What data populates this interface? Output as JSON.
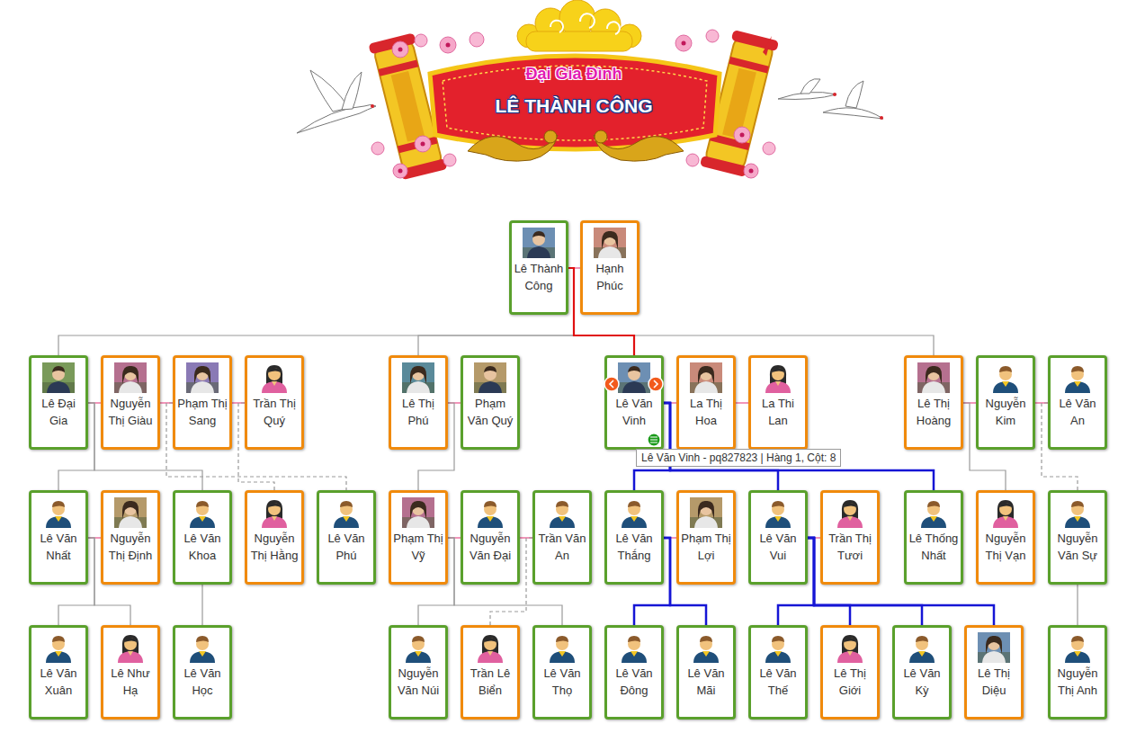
{
  "diagram": {
    "title": "Đại Gia Đình",
    "nodes": [
      {
        "text": [
          "Lê Thành Công"
        ]
      },
      {
        "text": [
          "Hạnh Phúc"
        ]
      },
      {
        "text": [
          "Lê Đại Gia"
        ]
      },
      {
        "text": [
          "Nguyễn Thị Giàu"
        ]
      },
      {
        "text": [
          "Phạm Thị Sang"
        ]
      },
      {
        "text": [
          "Trần Thị Quý"
        ]
      },
      {
        "text": [
          "Lê Thị Phú"
        ]
      },
      {
        "text": [
          "Phạm Văn Quý"
        ]
      },
      {
        "text": [
          "Lê Văn Vinh"
        ]
      },
      {
        "text": [
          "La Thị Hoa"
        ]
      },
      {
        "text": [
          "La Thi Lan"
        ]
      },
      {
        "text": [
          "Lê Thị Hoàng"
        ]
      },
      {
        "text": [
          "Nguyễn Kim"
        ]
      },
      {
        "text": [
          "Lê Văn An"
        ]
      },
      {
        "text": [
          "Lê Văn Nhất"
        ]
      },
      {
        "text": [
          "Nguyễn Thị Định"
        ]
      },
      {
        "text": [
          "Lê Văn Khoa"
        ]
      },
      {
        "text": [
          "Nguyễn Thị Hằng"
        ]
      },
      {
        "text": [
          "Lê Văn Phú"
        ]
      },
      {
        "text": [
          "Phạm Thị Vỹ"
        ]
      },
      {
        "text": [
          "Nguyễn Văn Đại"
        ]
      },
      {
        "text": [
          "Trần Văn An"
        ]
      },
      {
        "text": [
          "Lê Văn Thắng"
        ]
      },
      {
        "text": [
          "Phạm Thị Lợi"
        ]
      },
      {
        "text": [
          "Lê Văn Vui"
        ]
      },
      {
        "text": [
          "Trần Thị Tươi"
        ]
      },
      {
        "text": [
          "Lê Thống Nhất"
        ]
      },
      {
        "text": [
          "Nguyễn Thị Vạn"
        ]
      },
      {
        "text": [
          "Nguyễn Văn Sự"
        ]
      },
      {
        "text": [
          "Lê Văn Xuân"
        ]
      },
      {
        "text": [
          "Lê Như Hạ"
        ]
      },
      {
        "text": [
          "Lê Văn Học"
        ]
      },
      {
        "text": [
          "Nguyễn Văn Núi"
        ]
      },
      {
        "text": [
          "Trần Lê Biển"
        ]
      },
      {
        "text": [
          "Lê Văn Thọ"
        ]
      },
      {
        "text": [
          "Lê Văn Đông"
        ]
      },
      {
        "text": [
          "Lê Văn Mãi"
        ]
      },
      {
        "text": [
          "Lê Văn Thế"
        ]
      },
      {
        "text": [
          "Lê Thị Giới"
        ]
      },
      {
        "text": [
          "Lê Văn Kỳ"
        ]
      },
      {
        "text": [
          "Lê Thị Diệu"
        ]
      },
      {
        "text": [
          "Nguyễn Thị Anh"
        ]
      }
    ],
    "edges": [
      {
        "from": 0,
        "to": 1,
        "arrow": "none"
      },
      {
        "from": 2,
        "to": 3,
        "arrow": "none"
      },
      {
        "from": 3,
        "to": 4,
        "arrow": "none"
      },
      {
        "from": 4,
        "to": 5,
        "arrow": "none"
      },
      {
        "from": 6,
        "to": 7,
        "arrow": "none"
      },
      {
        "from": 8,
        "to": 9,
        "arrow": "none"
      },
      {
        "from": 9,
        "to": 10,
        "arrow": "none"
      },
      {
        "from": 11,
        "to": 12,
        "arrow": "none"
      },
      {
        "from": 12,
        "to": 13,
        "arrow": "none"
      },
      {
        "from": 14,
        "to": 15,
        "arrow": "none"
      },
      {
        "from": 19,
        "to": 20,
        "arrow": "none"
      },
      {
        "from": 20,
        "to": 21,
        "arrow": "none"
      },
      {
        "from": 22,
        "to": 23,
        "arrow": "none"
      },
      {
        "from": 24,
        "to": 25,
        "arrow": "none"
      },
      {
        "from": 0,
        "to": 2,
        "arrow": "none"
      },
      {
        "from": 0,
        "to": 6,
        "arrow": "none"
      },
      {
        "from": 0,
        "to": 8,
        "arrow": "none"
      },
      {
        "from": 0,
        "to": 11,
        "arrow": "none"
      },
      {
        "from": 2,
        "to": 14,
        "arrow": "none"
      },
      {
        "from": 2,
        "to": 16,
        "arrow": "none"
      },
      {
        "from": 4,
        "to": 18,
        "arrow": "none"
      },
      {
        "from": 5,
        "to": 17,
        "arrow": "none"
      },
      {
        "from": 6,
        "to": 19,
        "arrow": "none"
      },
      {
        "from": 8,
        "to": 22,
        "arrow": "none"
      },
      {
        "from": 8,
        "to": 24,
        "arrow": "none"
      },
      {
        "from": 8,
        "to": 26,
        "arrow": "none"
      },
      {
        "from": 11,
        "to": 27,
        "arrow": "none"
      },
      {
        "from": 13,
        "to": 28,
        "arrow": "none"
      },
      {
        "from": 14,
        "to": 29,
        "arrow": "none"
      },
      {
        "from": 14,
        "to": 30,
        "arrow": "none"
      },
      {
        "from": 16,
        "to": 31,
        "arrow": "none"
      },
      {
        "from": 19,
        "to": 32,
        "arrow": "none"
      },
      {
        "from": 19,
        "to": 34,
        "arrow": "none"
      },
      {
        "from": 21,
        "to": 33,
        "arrow": "none"
      },
      {
        "from": 22,
        "to": 35,
        "arrow": "none"
      },
      {
        "from": 22,
        "to": 36,
        "arrow": "none"
      },
      {
        "from": 24,
        "to": 37,
        "arrow": "none"
      },
      {
        "from": 24,
        "to": 38,
        "arrow": "none"
      },
      {
        "from": 24,
        "to": 39,
        "arrow": "none"
      },
      {
        "from": 24,
        "to": 40,
        "arrow": "none"
      },
      {
        "from": 28,
        "to": 41,
        "arrow": "none"
      }
    ],
    "labels": [
      "LÊ THÀNH CÔNG",
      "Lê Văn Vinh - pq827823 | Hàng 1, Cột: 8"
    ]
  }
}
